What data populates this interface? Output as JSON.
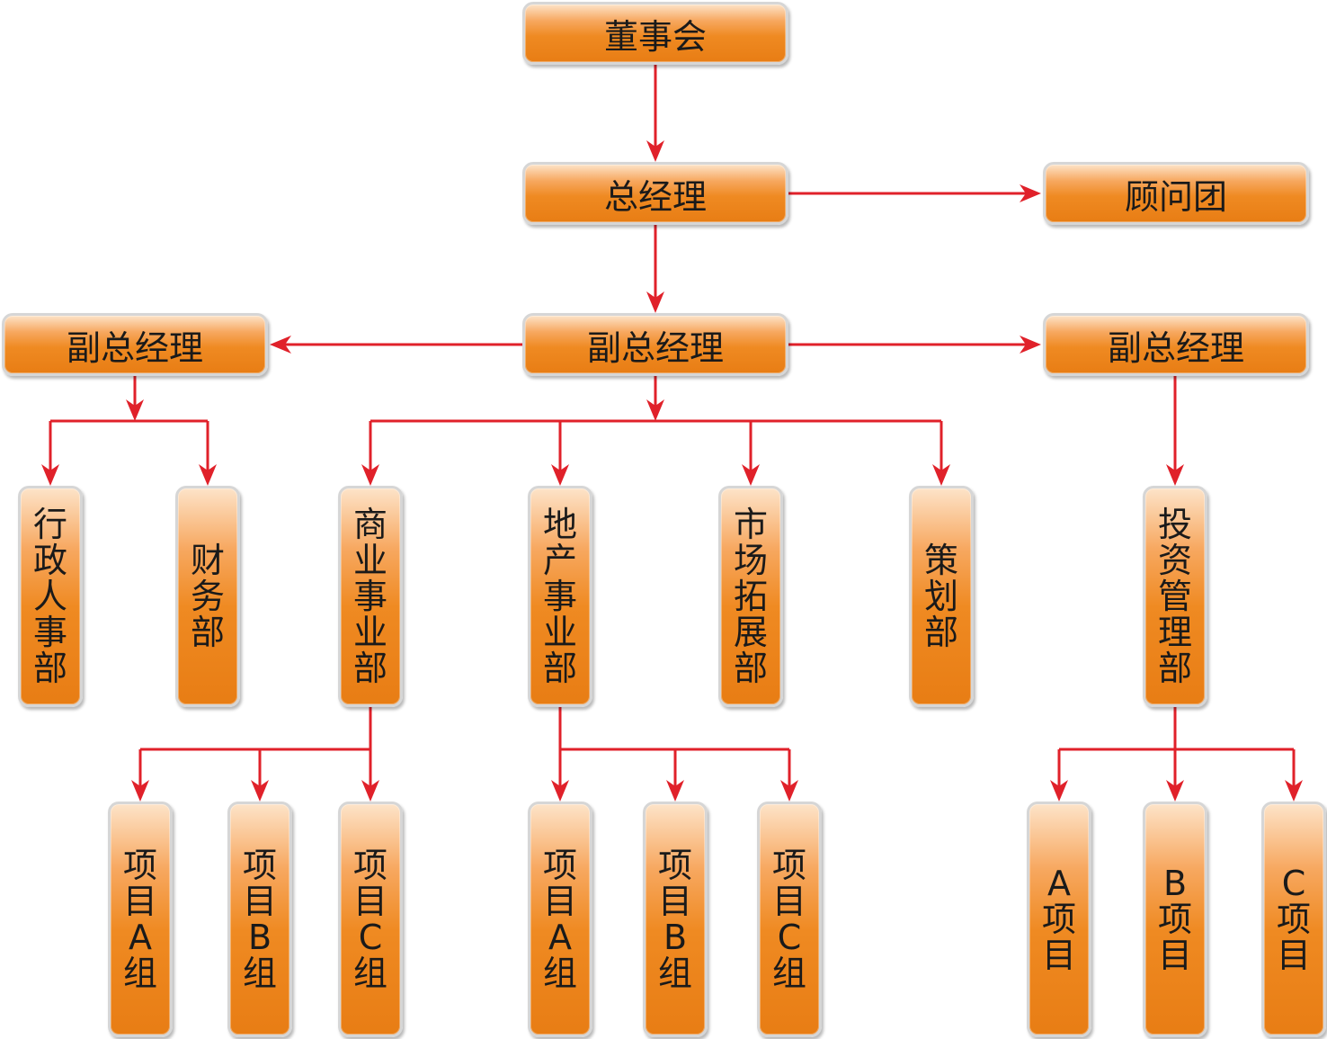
{
  "wire_color": "#e0212a",
  "box_colors": {
    "top": "#fde3c8",
    "mid": "#f7a860",
    "bottom": "#e87d14",
    "border": "#d6d6d6"
  },
  "nodes": {
    "board": "董事会",
    "gm": "总经理",
    "advisors": "顾问团",
    "vgm_left": "副总经理",
    "vgm_center": "副总经理",
    "vgm_right": "副总经理",
    "admin_hr": "行政人事部",
    "finance": "财务部",
    "commercial": "商业事业部",
    "realestate": "地产事业部",
    "market": "市场拓展部",
    "planning": "策划部",
    "investment": "投资管理部",
    "com_a": "项目A组",
    "com_b": "项目B组",
    "com_c": "项目C组",
    "re_a": "项目A组",
    "re_b": "项目B组",
    "re_c": "项目C组",
    "inv_a": "A项目",
    "inv_b": "B项目",
    "inv_c": "C项目"
  }
}
